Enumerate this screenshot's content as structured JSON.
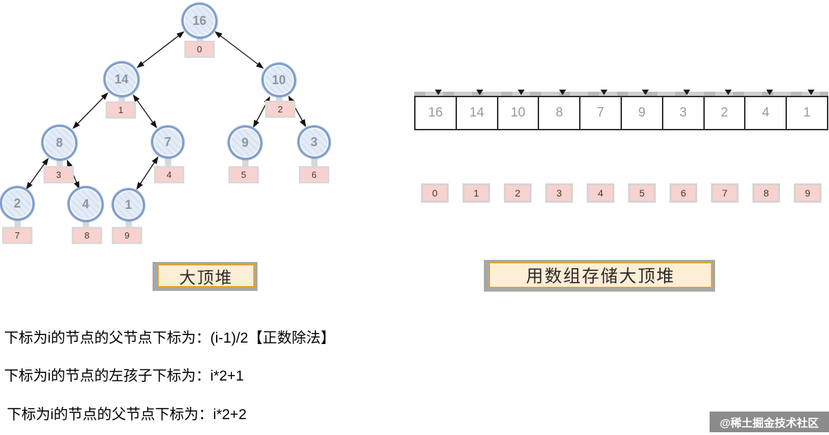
{
  "tree": {
    "title": "大顶堆",
    "nodes": [
      {
        "value": "16",
        "index": "0"
      },
      {
        "value": "14",
        "index": "1"
      },
      {
        "value": "10",
        "index": "2"
      },
      {
        "value": "8",
        "index": "3"
      },
      {
        "value": "7",
        "index": "4"
      },
      {
        "value": "9",
        "index": "5"
      },
      {
        "value": "3",
        "index": "6"
      },
      {
        "value": "2",
        "index": "7"
      },
      {
        "value": "4",
        "index": "8"
      },
      {
        "value": "1",
        "index": "9"
      }
    ]
  },
  "array": {
    "title": "用数组存储大顶堆",
    "values": [
      "16",
      "14",
      "10",
      "8",
      "7",
      "9",
      "3",
      "2",
      "4",
      "1"
    ],
    "indices": [
      "0",
      "1",
      "2",
      "3",
      "4",
      "5",
      "6",
      "7",
      "8",
      "9"
    ]
  },
  "formulas": {
    "line1": "下标为i的节点的父节点下标为：(i-1)/2【正数除法】",
    "line2": "下标为i的节点的左孩子下标为：i*2+1",
    "line3": "下标为i的节点的父节点下标为：i*2+2"
  },
  "watermark": {
    "text": "@稀土掘金技术社区"
  },
  "colors": {
    "node_fill": "#e4ecf7",
    "node_stroke": "#7e9dcb",
    "node_value_gray": "#8e949c",
    "index_pink": "#f8d2cf",
    "index_border_gray": "#ddd8d6",
    "array_value_gray": "#9a9a9a",
    "array_border": "#2d2d2d",
    "label_bg": "#fdeed6",
    "label_border_gold": "#dfa433",
    "label_shadow_gray": "#a7a7a7",
    "edge_black": "#141414",
    "watermark_bg": "rgba(68,68,68,0.62)",
    "watermark_text": "#ffffff"
  }
}
